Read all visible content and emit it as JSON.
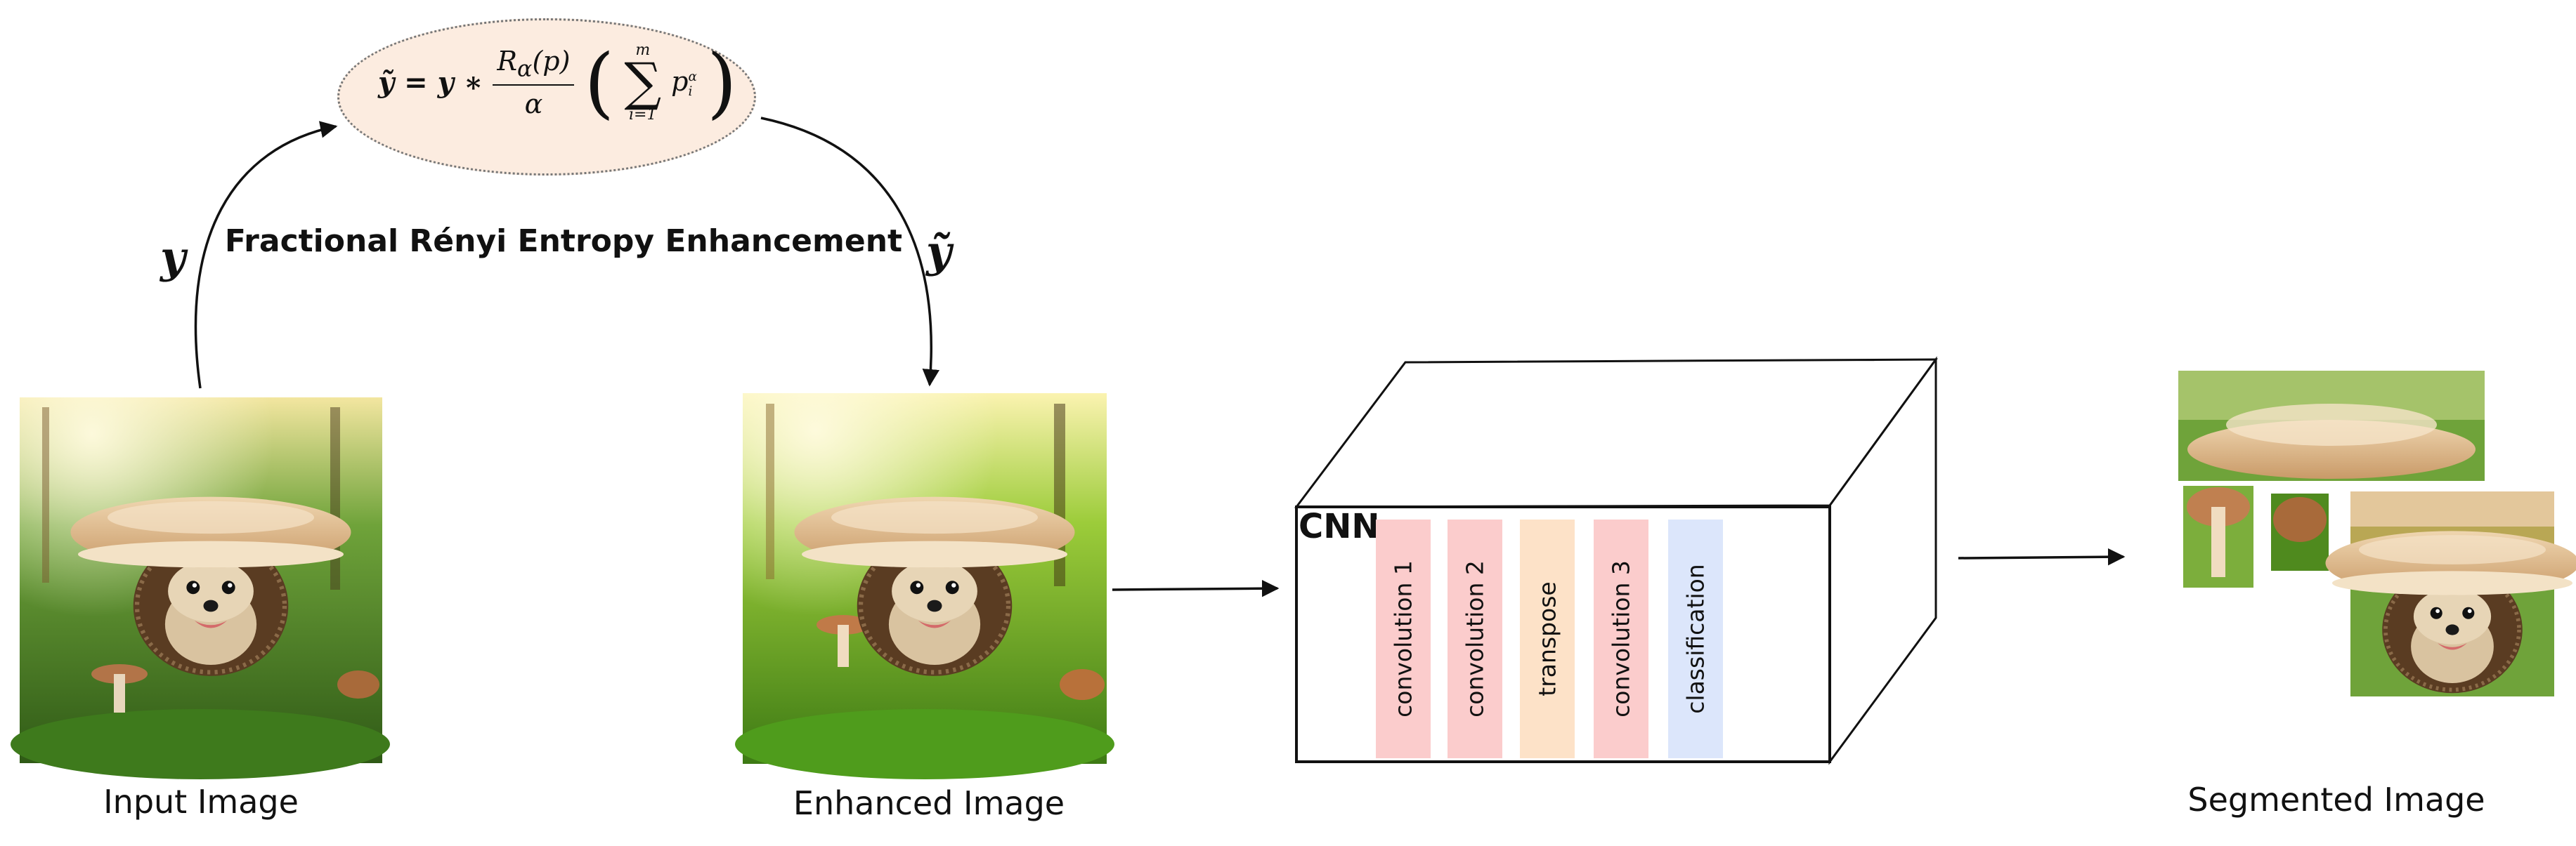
{
  "formula": {
    "lhs": "ỹ = y ∗",
    "frac_num": "R",
    "frac_num_sub": "α",
    "frac_num_arg": "(p)",
    "frac_den": "α",
    "sum_top": "m",
    "sum_bottom": "i=1",
    "term": "p",
    "term_sub": "i",
    "term_sup": "α"
  },
  "labels": {
    "enhancement_title": "Fractional Rényi Entropy Enhancement",
    "input_symbol": "y",
    "output_symbol": "ỹ",
    "input_caption": "Input Image",
    "enhanced_caption": "Enhanced Image",
    "segmented_caption": "Segmented Image",
    "cnn_title": "CNN"
  },
  "cnn_layers": [
    {
      "label": "convolution 1",
      "color": "#fbcccc"
    },
    {
      "label": "convolution 2",
      "color": "#fbcccc"
    },
    {
      "label": "transpose",
      "color": "#fde2c8"
    },
    {
      "label": "convolution 3",
      "color": "#fbcccc"
    },
    {
      "label": "classification",
      "color": "#dce6fb"
    }
  ],
  "colors": {
    "formula_fill": "#fcece0",
    "forest_dark": "#2f5a16",
    "forest_light": "#8fc04a",
    "mushroom_cap": "#e8c9a0",
    "hedgehog": "#6b4a2e"
  }
}
